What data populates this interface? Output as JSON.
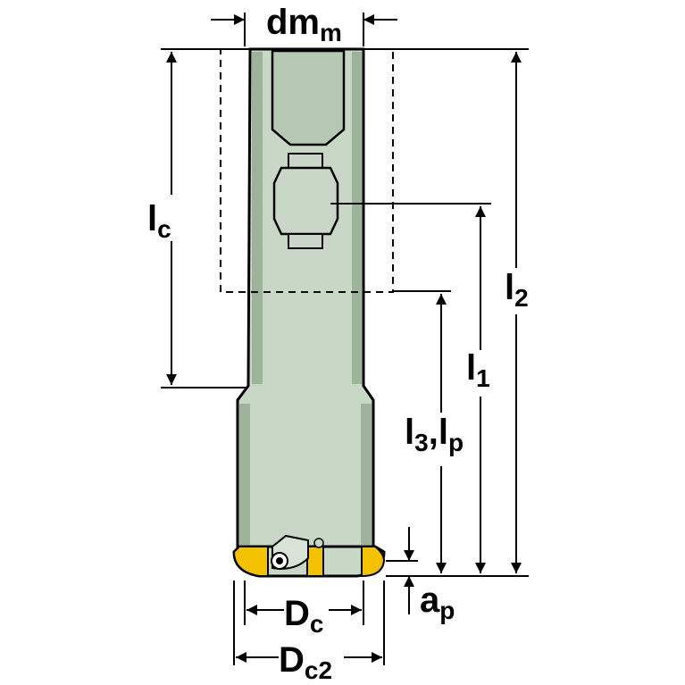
{
  "labels": {
    "dmm": {
      "main": "dm",
      "sub": "m"
    },
    "lc": {
      "main": "l",
      "sub": "c"
    },
    "l2": {
      "main": "l",
      "sub": "2"
    },
    "l1": {
      "main": "l",
      "sub": "1"
    },
    "l3lp": {
      "main1": "l",
      "sub1": "3",
      "sep": ",",
      "main2": "l",
      "sub2": "p"
    },
    "ap": {
      "main": "a",
      "sub": "p"
    },
    "dc": {
      "main": "D",
      "sub": "c"
    },
    "dc2": {
      "main": "D",
      "sub": "c2"
    }
  },
  "colors": {
    "body": "#c9d8c6",
    "shade": "#9fb39c",
    "insert": "#f2c200",
    "outline": "#000000"
  }
}
